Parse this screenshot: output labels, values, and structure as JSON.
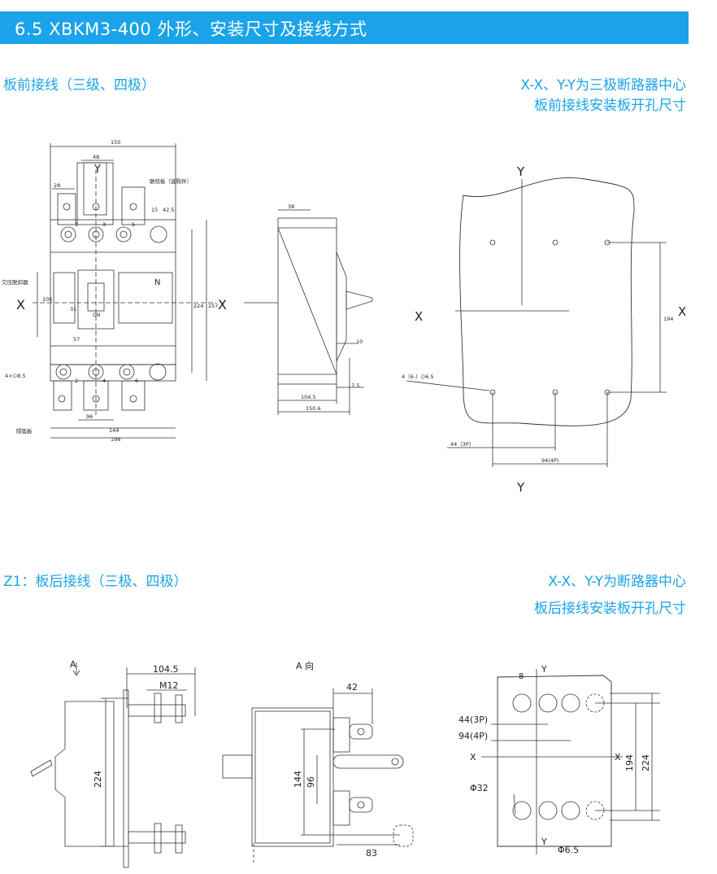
{
  "header": {
    "title": "6.5 XBKM3-400 外形、安装尺寸及接线方式"
  },
  "section1": {
    "title": "板前接线（三级、四极）",
    "right_line1": "X-X、Y-Y为三极断路器中心",
    "right_line2": "板前接线安装板开孔尺寸"
  },
  "section2": {
    "title": "Z1：板后接线（三极、四极）",
    "right_line1": "X-X、Y-Y为断路器中心",
    "right_line2": "板后接线安装板开孔尺寸"
  },
  "front_view": {
    "dim_150": "150",
    "dim_48": "48",
    "dim_28": "28",
    "dim_15": "15",
    "dim_42_5": "42.5",
    "dim_105": "105",
    "dim_31": "31",
    "dim_224": "224",
    "dim_257": "257",
    "dim_57": "57",
    "dim_96": "96",
    "dim_144": "144",
    "dim_198": "198",
    "label_Y": "Y",
    "label_X_left": "X",
    "label_X_right": "X",
    "label_N": "N",
    "label_ON": "ON",
    "note_link": "联结板（选购件）",
    "note_undervoltage": "欠压脱扣器",
    "note_holes": "4×∅8.5",
    "note_arc": "隔弧板",
    "term_1": "1",
    "term_3": "3",
    "term_5": "5",
    "term_2": "2",
    "term_4": "4",
    "term_6": "6"
  },
  "side_view": {
    "dim_38": "38",
    "dim_10": "10",
    "dim_7_5": "7.5",
    "dim_104_5": "104.5",
    "dim_150_6": "150.6"
  },
  "panel_front": {
    "label_Y_top": "Y",
    "label_Y_bottom": "Y",
    "label_X_left": "X",
    "label_X_right": "X",
    "dim_194": "194",
    "note_holes": "4（6-）∅6.5",
    "dim_44": "44（3P）",
    "dim_94": "94(4P)"
  },
  "rear_side": {
    "label_A": "A",
    "dim_104_5": "104.5",
    "dim_M12": "M12",
    "dim_224": "224"
  },
  "rear_a_view": {
    "title": "A 向",
    "dim_42": "42",
    "dim_144": "144",
    "dim_96": "96",
    "dim_83": "83"
  },
  "panel_rear": {
    "label_Y_top": "Y",
    "label_Y_bottom": "Y",
    "label_X_left": "X",
    "label_X_right": "X",
    "dim_8": "8",
    "dim_44": "44(3P)",
    "dim_94": "94(4P)",
    "dim_194": "194",
    "dim_224": "224",
    "dim_phi32": "Φ32",
    "dim_phi6_5": "Φ6.5"
  }
}
